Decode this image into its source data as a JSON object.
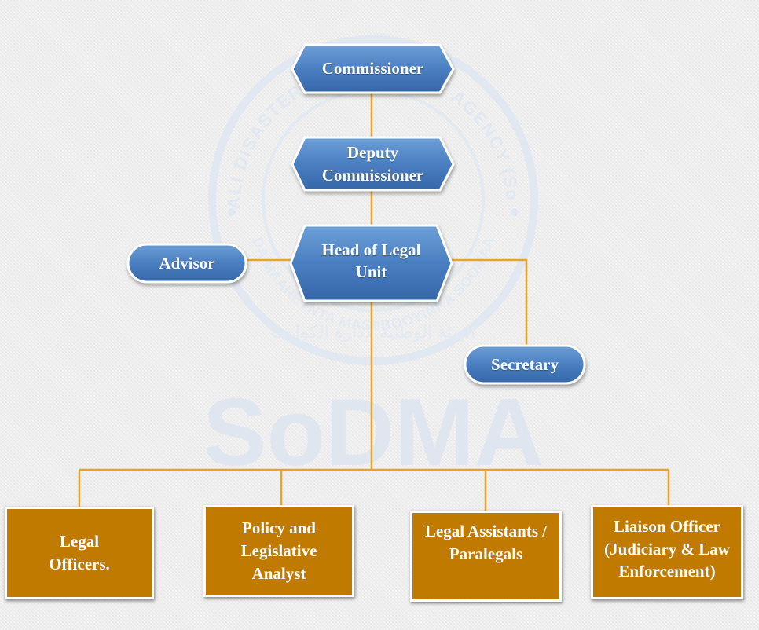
{
  "watermark": {
    "brand": "SoDMA",
    "ring_text_top": "SOMALI DISASTER MANAGEMENT AGENCY (SoDMA)",
    "ring_text_so": "HAY'ADDA MAAREYNTA MASIIBOOYINKA SOOMAALIYEED",
    "ring_text_ar": "الهيئة الوطنية لإدارة الكوارث"
  },
  "nodes": {
    "commissioner": "Commissioner",
    "deputy_commissioner": "Deputy\nCommissioner",
    "head_legal_unit": "Head of Legal\nUnit",
    "advisor": "Advisor",
    "secretary": "Secretary",
    "legal_officers": "Legal\nOfficers.",
    "policy_analyst": "Policy and\nLegislative\nAnalyst",
    "legal_assistants": "Legal Assistants  /\nParalegals",
    "liaison_officer": "Liaison Officer\n(Judiciary & Law\nEnforcement)"
  },
  "colors": {
    "blue_node": "#4a7fc1",
    "gold_box": "#c17a00",
    "connector": "#e8a32c",
    "watermark": "#dde5ef"
  }
}
